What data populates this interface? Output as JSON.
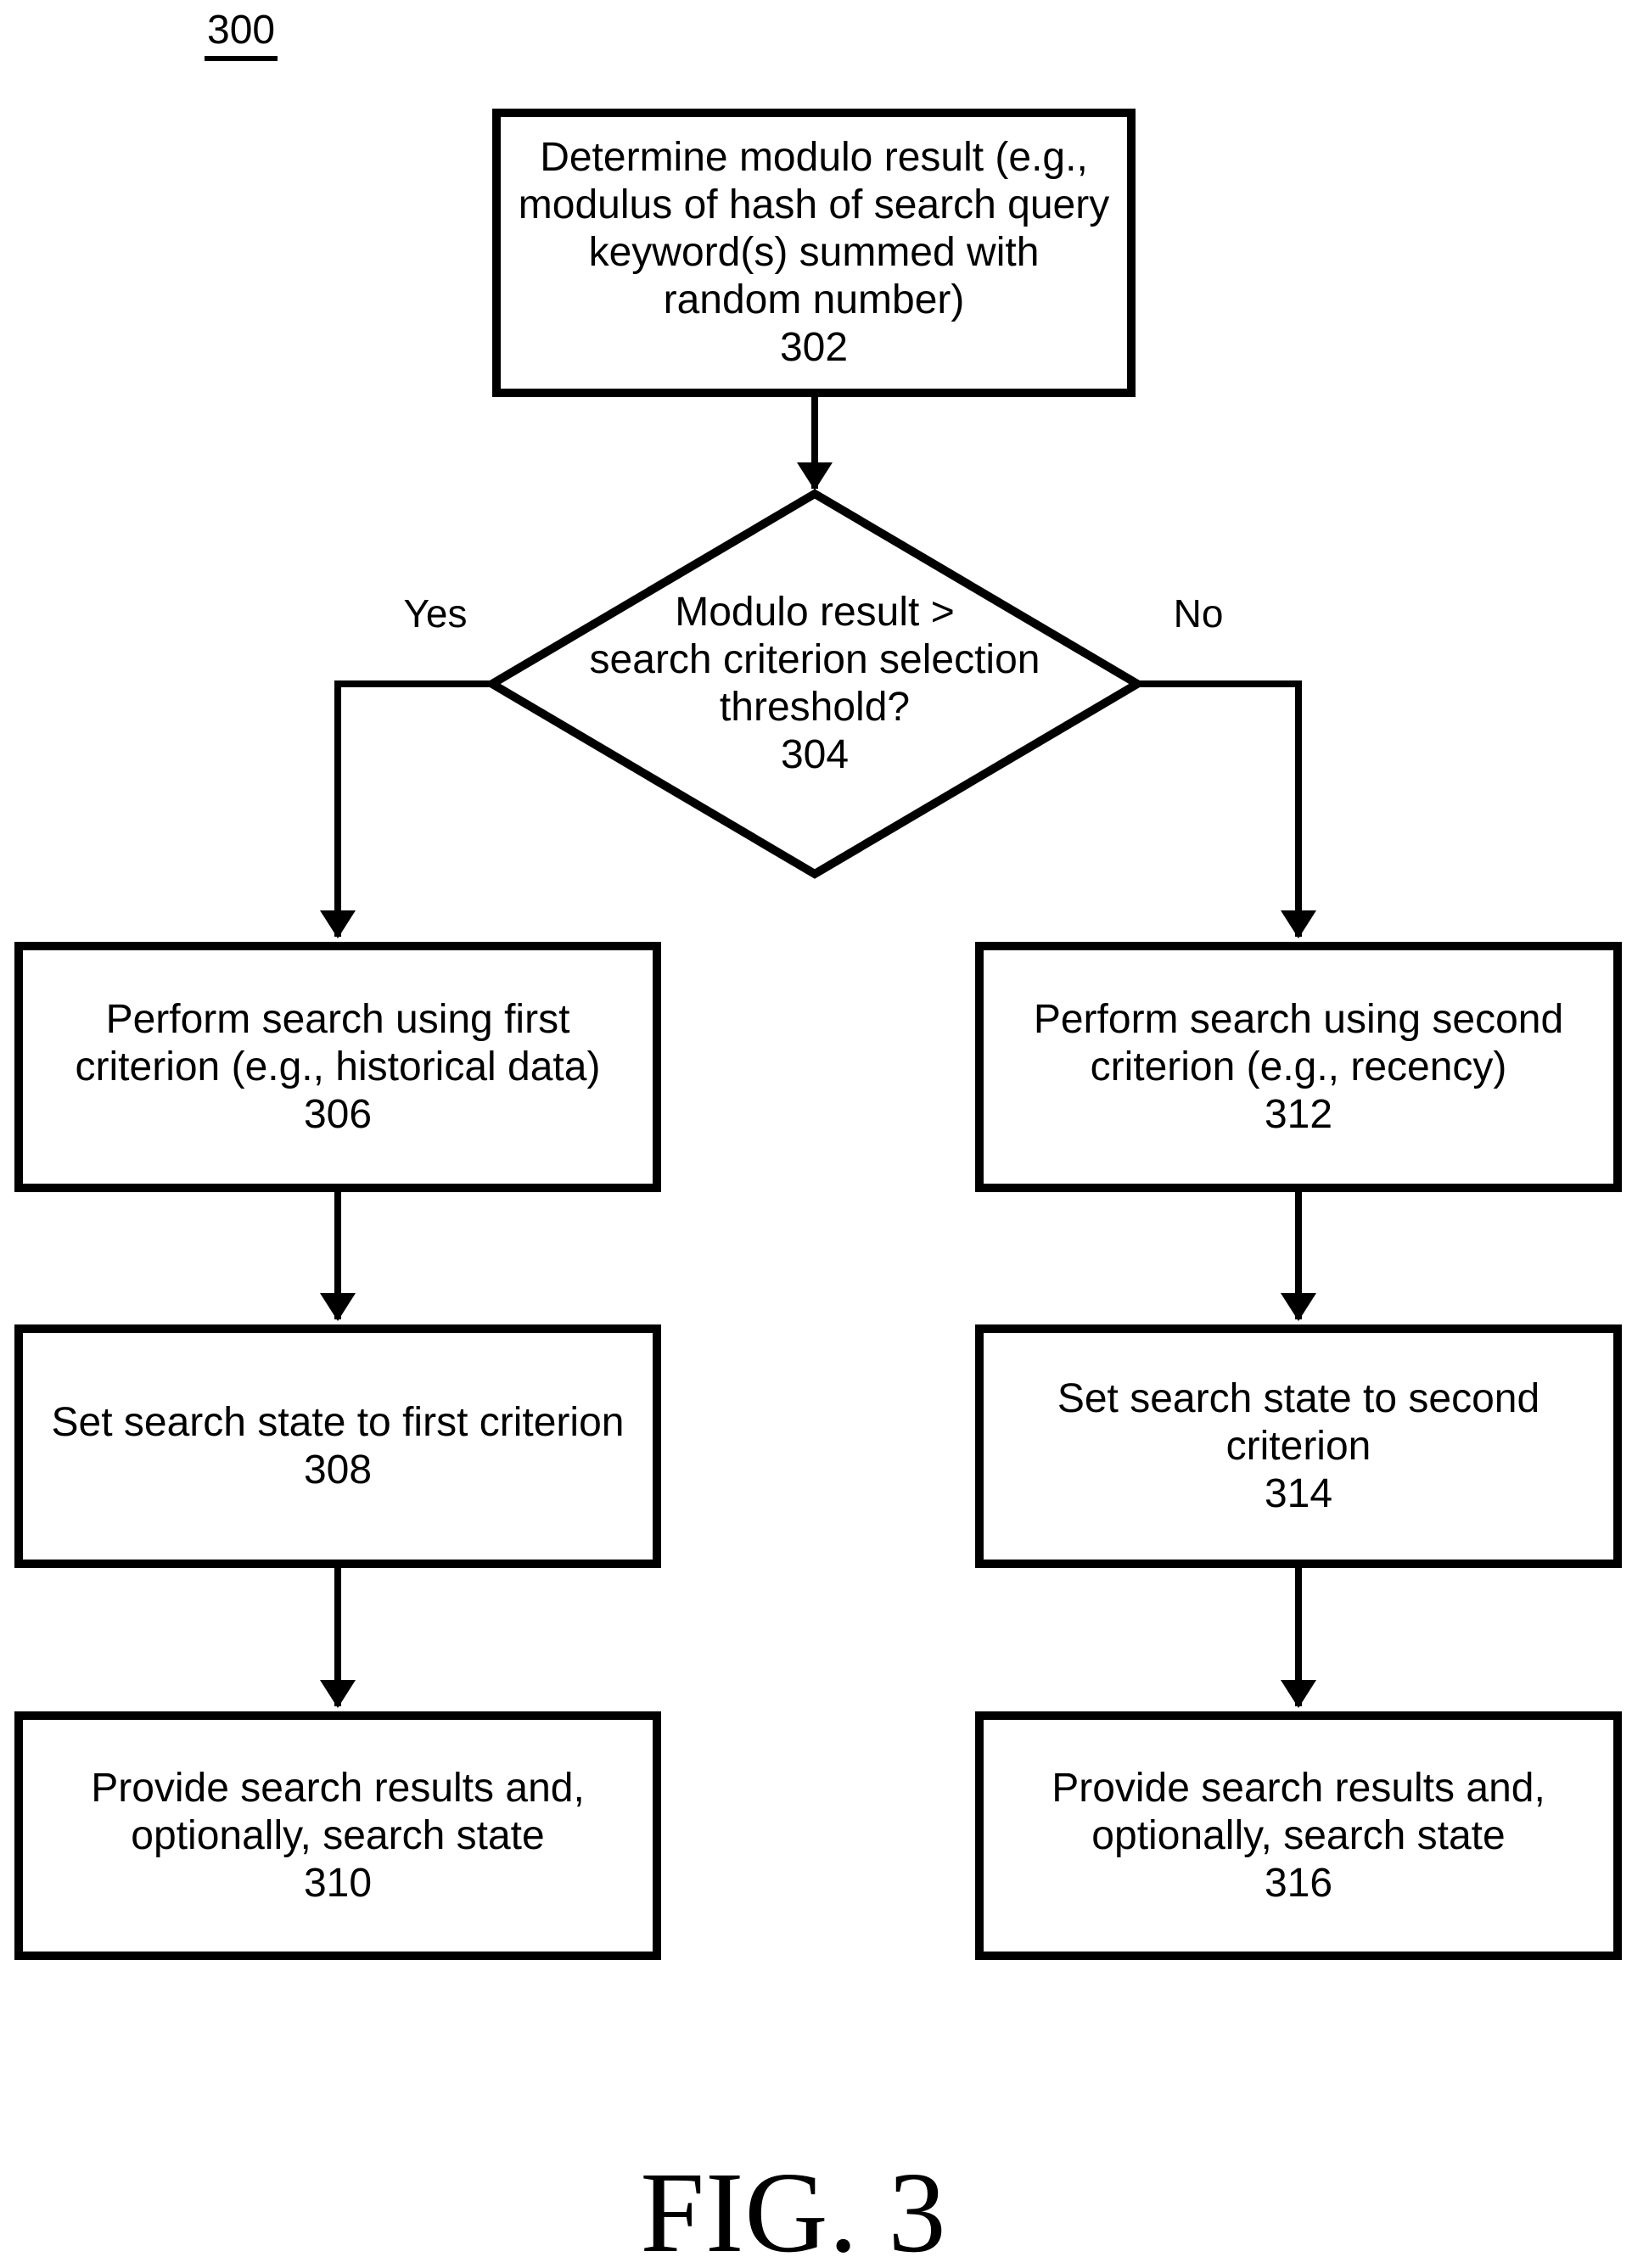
{
  "figure": {
    "reference": "300",
    "caption": "FIG. 3"
  },
  "colors": {
    "ink": "#000000",
    "background": "#ffffff"
  },
  "flowchart": {
    "nodes": {
      "determine_modulo": {
        "text": "Determine modulo result (e.g.,\nmodulus of hash of search query\nkeyword(s) summed with\nrandom number)",
        "ref": "302"
      },
      "modulo_decision": {
        "text": "Modulo result >\nsearch criterion selection\nthreshold?",
        "ref": "304"
      },
      "perform_first_criterion": {
        "text": "Perform search using first\ncriterion (e.g., historical data)",
        "ref": "306"
      },
      "set_first_criterion": {
        "text": "Set search state to first criterion",
        "ref": "308"
      },
      "provide_results_first": {
        "text": "Provide search results and,\noptionally, search state",
        "ref": "310"
      },
      "perform_second_criterion": {
        "text": "Perform search using second\ncriterion (e.g., recency)",
        "ref": "312"
      },
      "set_second_criterion": {
        "text": "Set search state to second\ncriterion",
        "ref": "314"
      },
      "provide_results_second": {
        "text": "Provide search results and,\noptionally, search state",
        "ref": "316"
      }
    },
    "branches": {
      "yes": "Yes",
      "no": "No"
    }
  }
}
